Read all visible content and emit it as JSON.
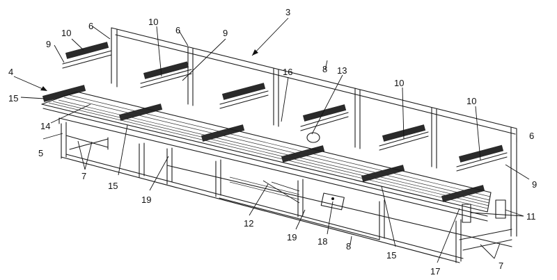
{
  "figure": {
    "labels": {
      "l3": "3",
      "l4": "4",
      "l5": "5",
      "l6a": "6",
      "l6b": "6",
      "l6c": "6",
      "l7a": "7",
      "l7b": "7",
      "l8a": "8",
      "l8b": "8",
      "l9a": "9",
      "l9b": "9",
      "l9c": "9",
      "l10a": "10",
      "l10b": "10",
      "l10c": "10",
      "l10d": "10",
      "l11": "11",
      "l12": "12",
      "l13": "13",
      "l14": "14",
      "l15a": "15",
      "l15b": "15",
      "l15c": "15",
      "l16": "16",
      "l17": "17",
      "l18": "18",
      "l19a": "19",
      "l19b": "19"
    }
  }
}
